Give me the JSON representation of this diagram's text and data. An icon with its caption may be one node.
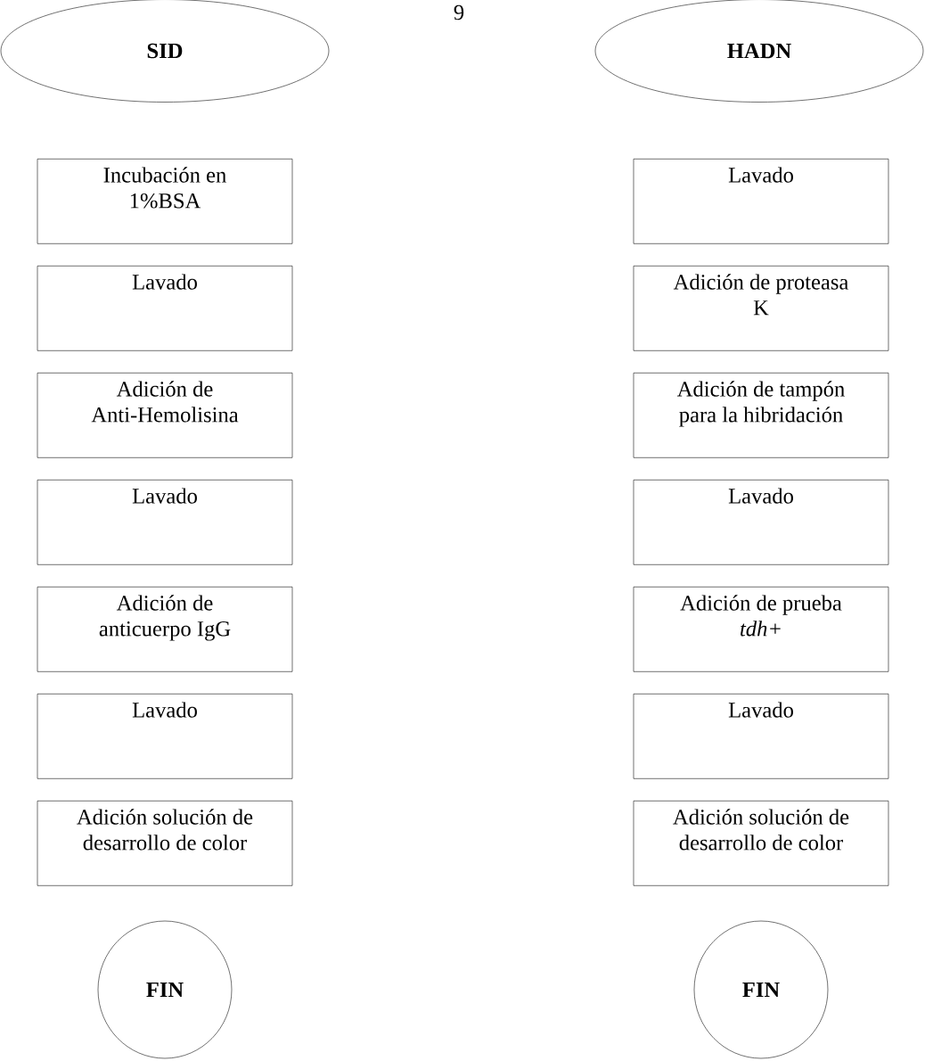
{
  "diagram": {
    "nodes": [
      {
        "text": [
          "SID"
        ]
      },
      {
        "text": [
          "Incubación en 1%BSA"
        ]
      },
      {
        "text": [
          "Lavado"
        ]
      },
      {
        "text": [
          "Adición de Anti-Hemolisina"
        ]
      },
      {
        "text": [
          "Lavado"
        ]
      },
      {
        "text": [
          "Adición de anticuerpo IgG"
        ]
      },
      {
        "text": [
          "Lavado"
        ]
      },
      {
        "text": [
          "Adición solución de desarrollo de color"
        ]
      },
      {
        "text": [
          "FIN"
        ]
      },
      {
        "text": [
          "HADN"
        ]
      },
      {
        "text": [
          "Lavado"
        ]
      },
      {
        "text": [
          "Adición de proteasa K"
        ]
      },
      {
        "text": [
          "Adición de tampón para la hibridación"
        ]
      },
      {
        "text": [
          "Lavado"
        ]
      },
      {
        "text": [
          "Adición de prueba *tdh+*"
        ]
      },
      {
        "text": [
          "Lavado"
        ]
      },
      {
        "text": [
          "Adición solución de desarrollo de color"
        ]
      },
      {
        "text": [
          "FIN"
        ]
      }
    ],
    "labels": [
      "9"
    ]
  }
}
